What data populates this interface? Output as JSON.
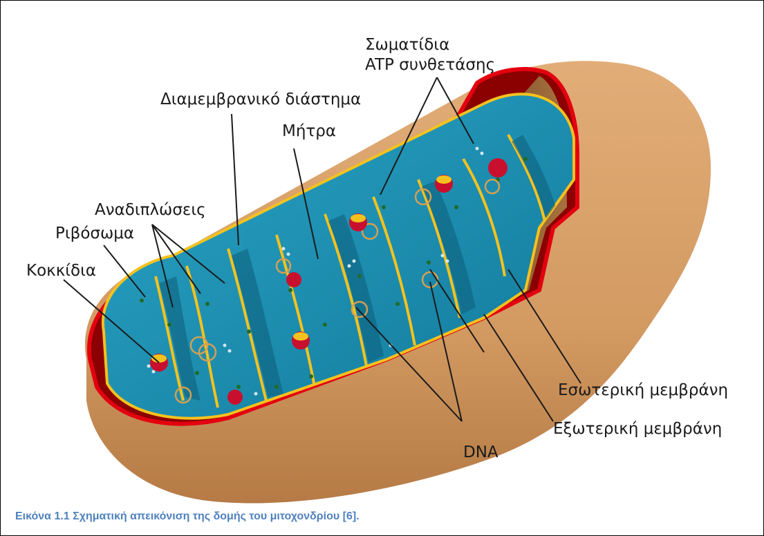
{
  "diagram": {
    "labels": {
      "atp_synthase_line1": "Σωματίδια",
      "atp_synthase_line2": "ATP συνθετάσης",
      "intermembrane_space": "Διαμεμβρανικό διάστημα",
      "matrix": "Μήτρα",
      "cristae": "Αναδιπλώσεις",
      "ribosome": "Ριβόσωμα",
      "granules": "Κοκκίδια",
      "inner_membrane": "Εσωτερική μεμβράνη",
      "outer_membrane": "Εξωτερική μεμβράνη",
      "dna": "DNA"
    },
    "colors": {
      "outer_membrane": "#d7a06a",
      "outer_membrane_shadow": "#b57a45",
      "membrane_edge": "#e3000f",
      "intermembrane": "#8b0000",
      "matrix": "#1e93b3",
      "matrix_dark": "#0d5e7a",
      "inner_membrane": "#f4c21e",
      "cut_face": "#8b5a2b"
    }
  },
  "caption": "Εικόνα 1.1 Σχηματική απεικόνιση της δομής του μιτοχονδρίου [6]."
}
